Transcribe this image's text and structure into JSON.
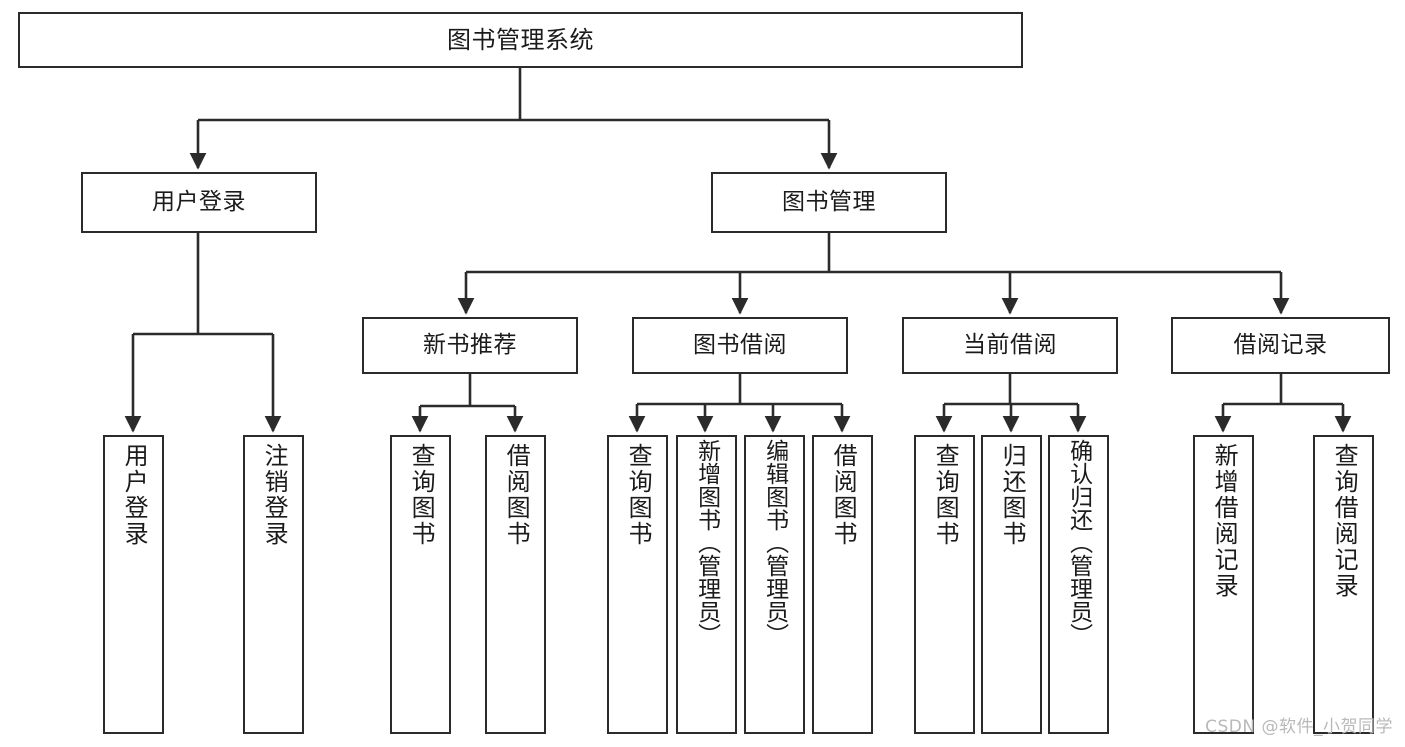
{
  "diagram": {
    "title": "图书管理系统",
    "type": "tree-hierarchy",
    "watermark": "CSDN @软件_小贺同学",
    "colors": {
      "background": "#ffffff",
      "box_border": "#2b2b2b",
      "box_fill": "#ffffff",
      "text": "#1b1b1b",
      "edge": "#2b2b2b",
      "watermark": "#b9b9b9"
    },
    "root": {
      "label": "图书管理系统"
    },
    "level2": [
      {
        "label": "用户登录"
      },
      {
        "label": "图书管理"
      }
    ],
    "level3": [
      {
        "label": "新书推荐"
      },
      {
        "label": "图书借阅"
      },
      {
        "label": "当前借阅"
      },
      {
        "label": "借阅记录"
      }
    ],
    "leaves": {
      "user_login": [
        {
          "label": "用户登录"
        },
        {
          "label": "注销登录"
        }
      ],
      "new_book_recommend": [
        {
          "label": "查询图书"
        },
        {
          "label": "借阅图书"
        }
      ],
      "book_borrow": [
        {
          "label": "查询图书"
        },
        {
          "label": "新增图书（管理员）"
        },
        {
          "label": "编辑图书（管理员）"
        },
        {
          "label": "借阅图书"
        }
      ],
      "current_borrow": [
        {
          "label": "查询图书"
        },
        {
          "label": "归还图书"
        },
        {
          "label": "确认归还（管理员）"
        }
      ],
      "borrow_record": [
        {
          "label": "新增借阅记录"
        },
        {
          "label": "查询借阅记录"
        }
      ]
    }
  }
}
